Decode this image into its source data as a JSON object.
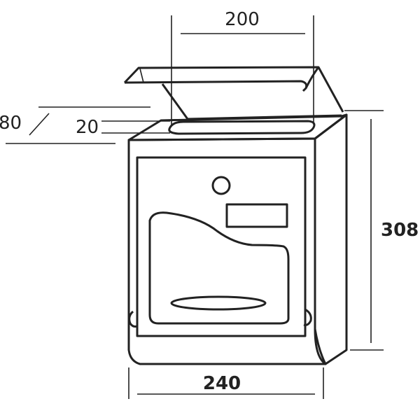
{
  "dimensions": {
    "top_width": "200",
    "left_depth": "80",
    "slot_depth": "20",
    "height": "308",
    "bottom_width": "240"
  },
  "colors": {
    "line": "#222222",
    "background": "#ffffff"
  }
}
